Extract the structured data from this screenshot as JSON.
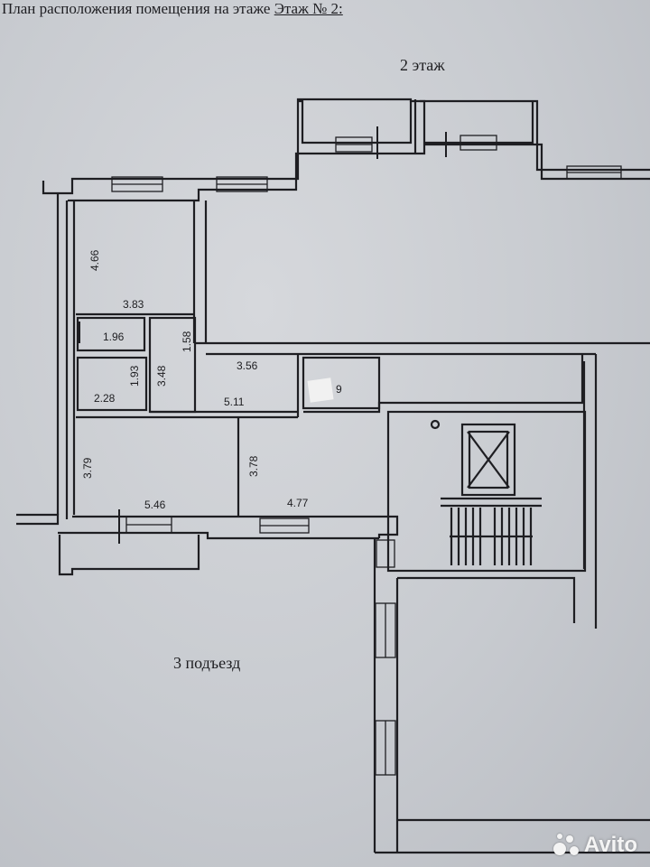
{
  "header": {
    "prefix": "План расположения помещения на этаже",
    "floor_ref": "Этаж № 2:"
  },
  "floor_title": "2 этаж",
  "entrance_label": "3 подъезд",
  "dimensions": {
    "d_466": "4.66",
    "d_383": "3.83",
    "d_196": "1.96",
    "d_158": "1.58",
    "d_193": "1.93",
    "d_348": "3.48",
    "d_356": "3.56",
    "d_228": "2.28",
    "d_511": "5.11",
    "d_379": "3.79",
    "d_378": "3.78",
    "d_546": "5.46",
    "d_477": "4.77"
  },
  "marker_text": "9",
  "watermark_logo": "Avito",
  "colors": {
    "paper": "#cfd2d6",
    "ink": "#1e1e22",
    "logo": "#f4f4f4"
  }
}
